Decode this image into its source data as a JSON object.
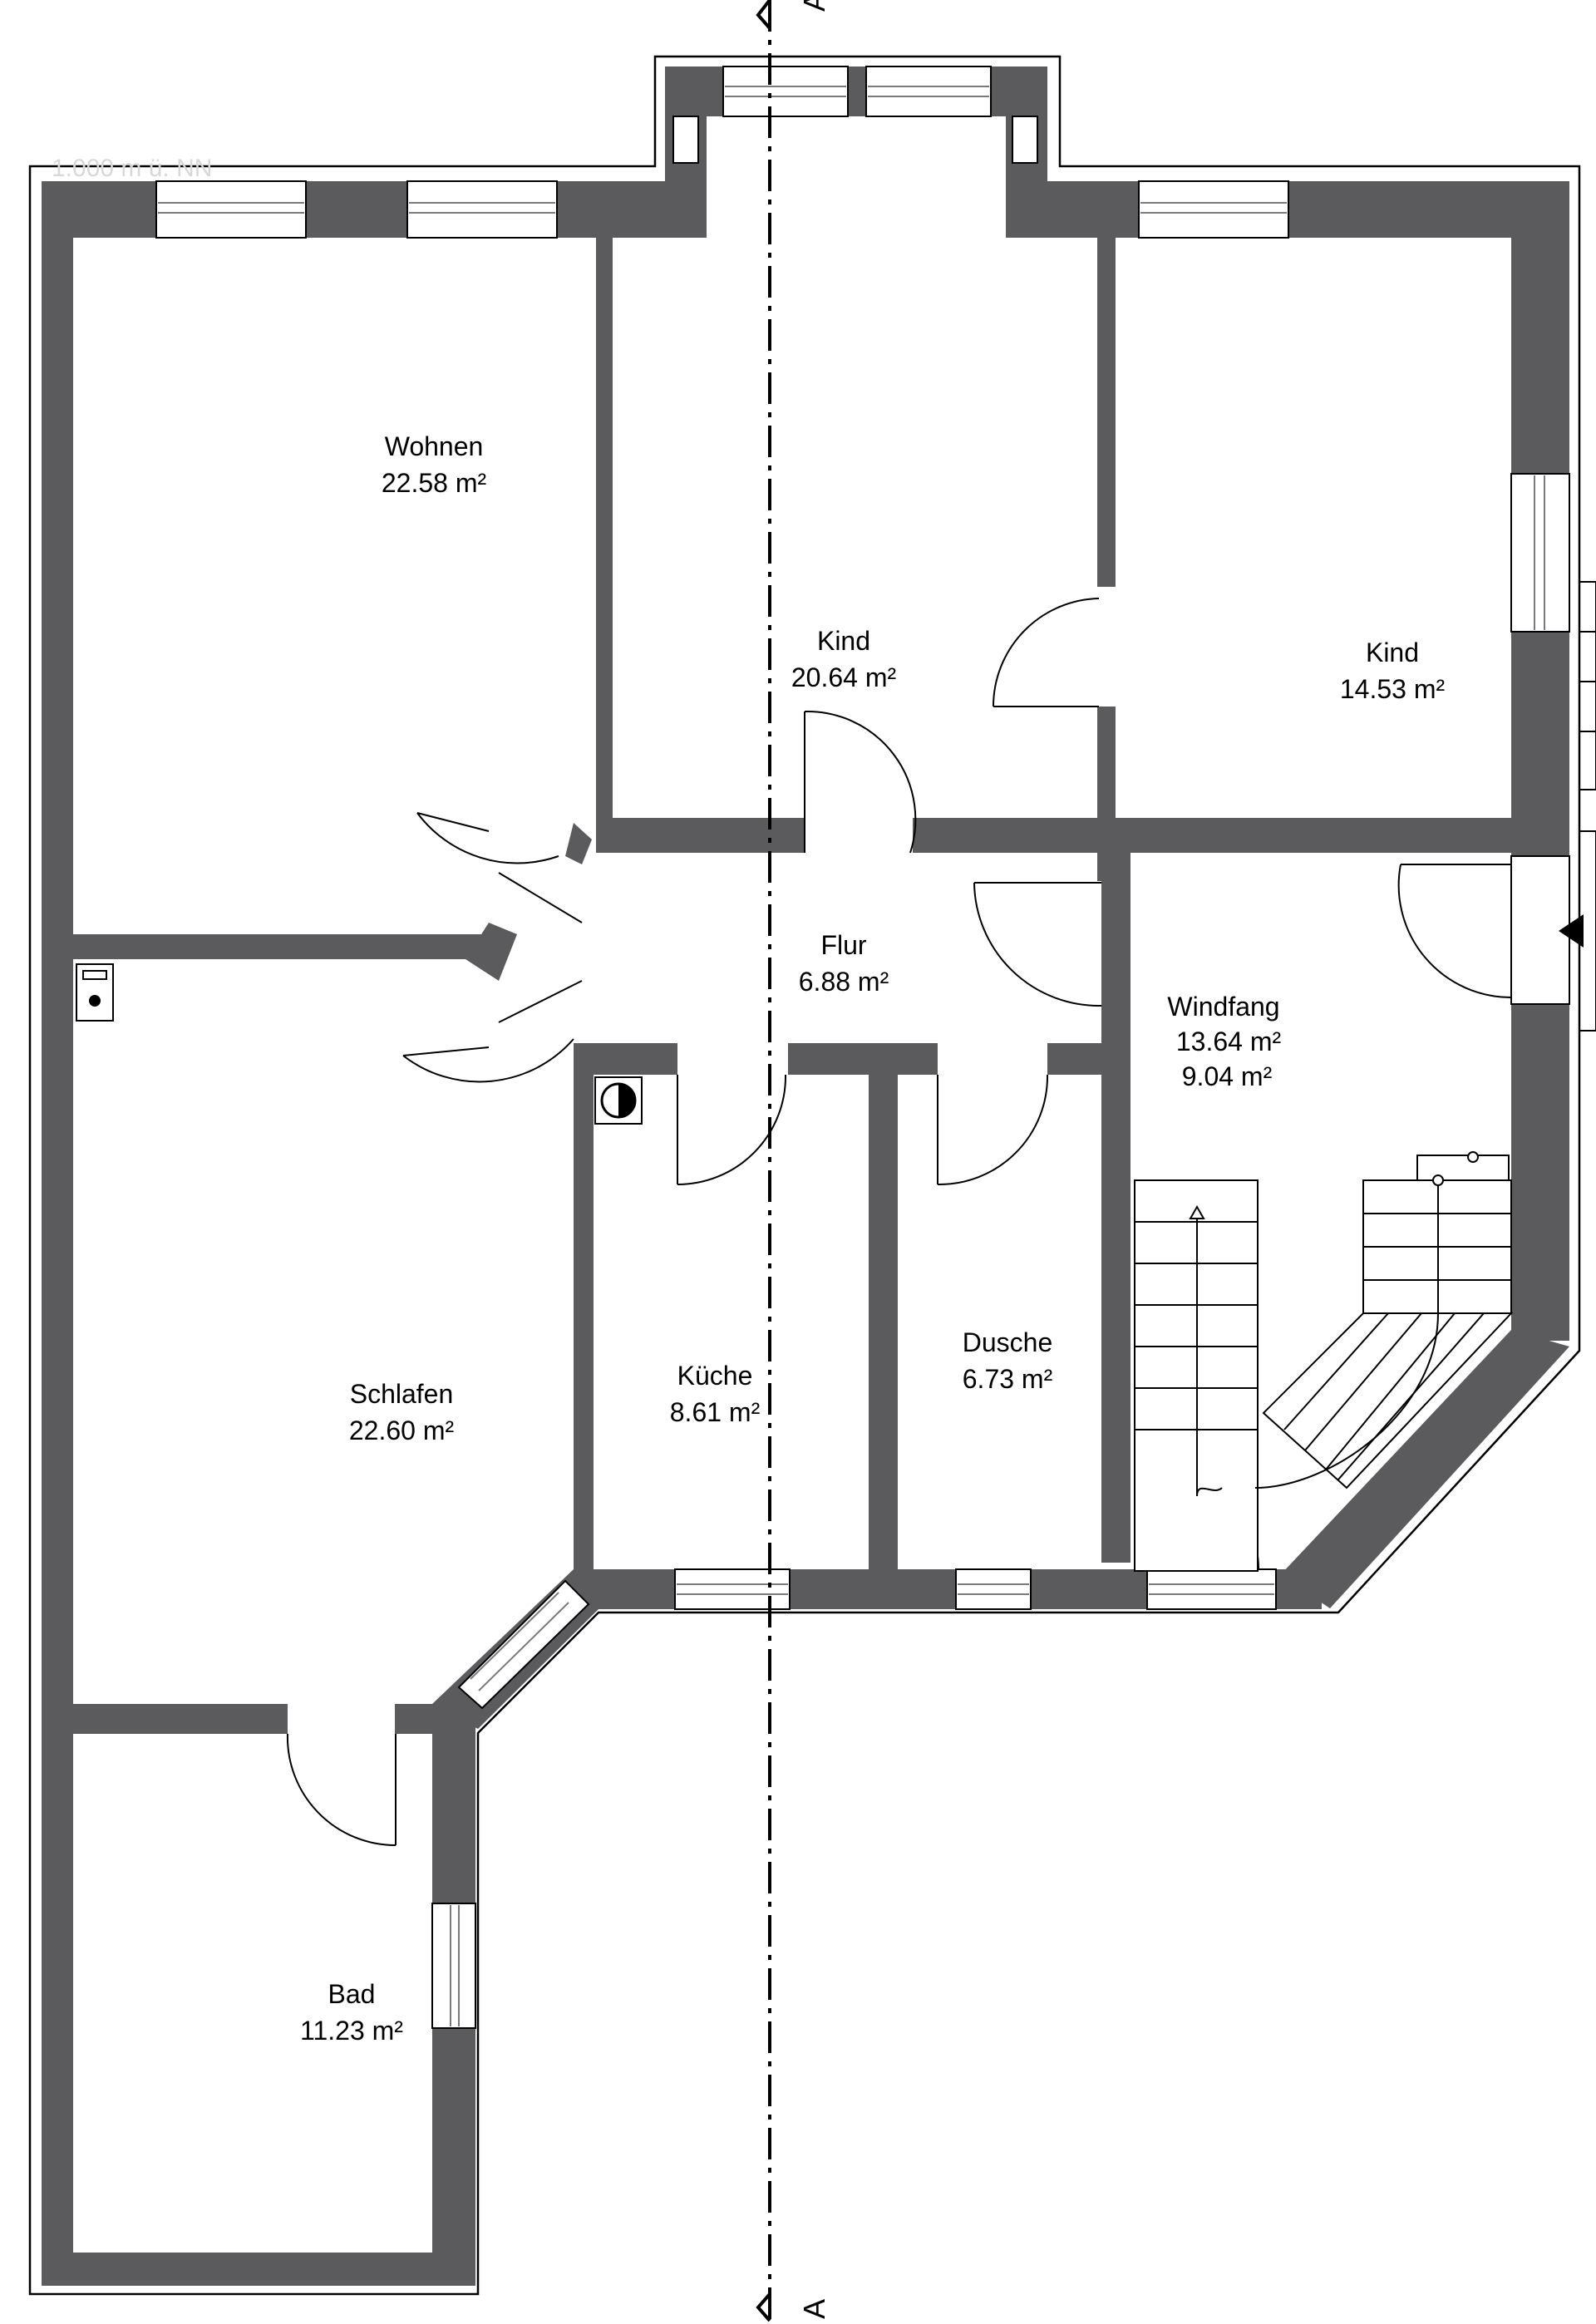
{
  "section_marker": {
    "top_label": "A",
    "bottom_label": "A"
  },
  "level_label": "1.000 m ü. NN",
  "rooms": [
    {
      "id": "wohnen",
      "name": "Wohnen",
      "area": "22.58 m²"
    },
    {
      "id": "kind1",
      "name": "Kind",
      "area": "20.64 m²"
    },
    {
      "id": "kind2",
      "name": "Kind",
      "area": "14.53 m²"
    },
    {
      "id": "flur",
      "name": "Flur",
      "area": "6.88 m²"
    },
    {
      "id": "windfang",
      "name": "Windfang",
      "area": "13.64 m²",
      "area2": "9.04 m²"
    },
    {
      "id": "schlafen",
      "name": "Schlafen",
      "area": "22.60 m²"
    },
    {
      "id": "kueche",
      "name": "Küche",
      "area": "8.61 m²"
    },
    {
      "id": "dusche",
      "name": "Dusche",
      "area": "6.73 m²"
    },
    {
      "id": "bad",
      "name": "Bad",
      "area": "11.23 m²"
    }
  ],
  "symbols": {
    "entrance": "entrance-arrow-icon",
    "washer": "washing-machine-icon",
    "meter": "meter-icon"
  },
  "colors": {
    "wall": "#5b5b5e",
    "line": "#000000",
    "window_glass": "#7a7a7a"
  }
}
